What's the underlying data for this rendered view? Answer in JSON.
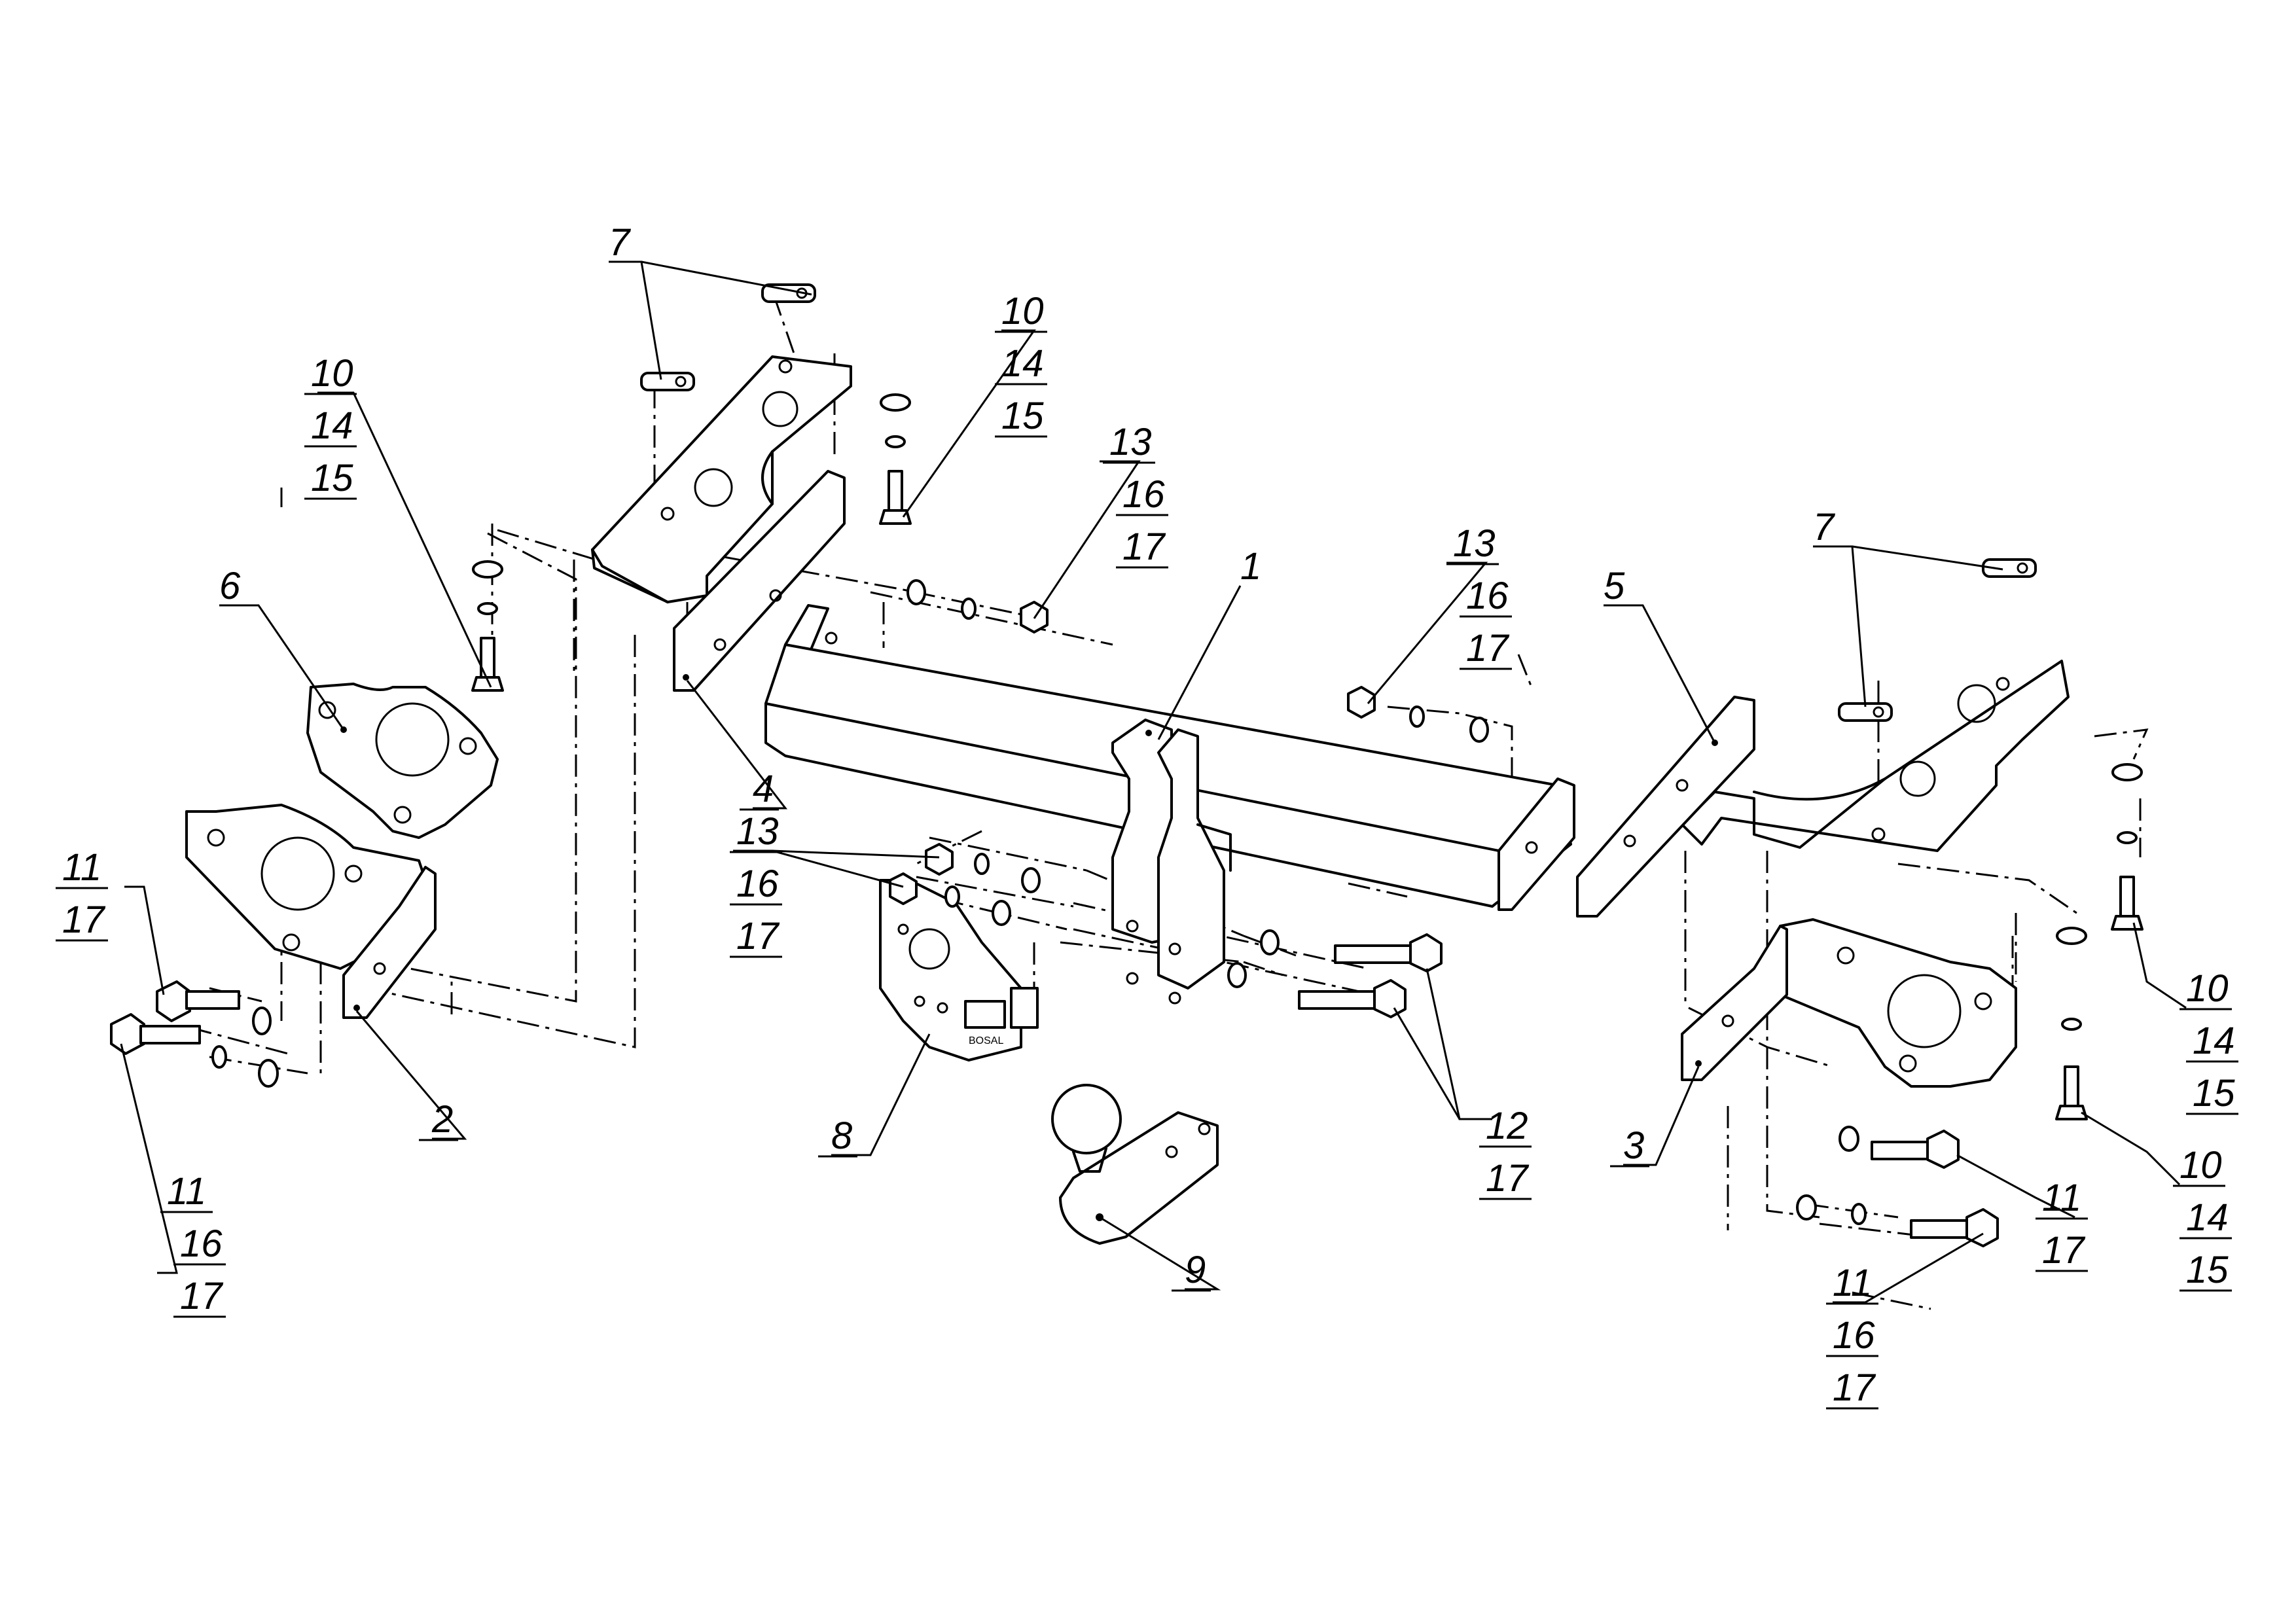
{
  "callouts": [
    {
      "id": "c1",
      "lines": [
        "1"
      ]
    },
    {
      "id": "c2",
      "lines": [
        "2"
      ]
    },
    {
      "id": "c3",
      "lines": [
        "3"
      ]
    },
    {
      "id": "c4",
      "lines": [
        "4"
      ]
    },
    {
      "id": "c5",
      "lines": [
        "5"
      ]
    },
    {
      "id": "c6",
      "lines": [
        "6"
      ]
    },
    {
      "id": "c7a",
      "lines": [
        "7"
      ]
    },
    {
      "id": "c7b",
      "lines": [
        "7"
      ]
    },
    {
      "id": "c8",
      "lines": [
        "8"
      ]
    },
    {
      "id": "c9",
      "lines": [
        "9"
      ]
    },
    {
      "id": "c10a",
      "lines": [
        "10",
        "14",
        "15"
      ]
    },
    {
      "id": "c10b",
      "lines": [
        "10",
        "14",
        "15"
      ]
    },
    {
      "id": "c10c",
      "lines": [
        "10",
        "14",
        "15"
      ]
    },
    {
      "id": "c10d",
      "lines": [
        "10",
        "14",
        "15"
      ]
    },
    {
      "id": "c11a",
      "lines": [
        "11",
        "17"
      ]
    },
    {
      "id": "c11b",
      "lines": [
        "11",
        "16",
        "17"
      ]
    },
    {
      "id": "c11c",
      "lines": [
        "11",
        "17"
      ]
    },
    {
      "id": "c11d",
      "lines": [
        "11",
        "16",
        "17"
      ]
    },
    {
      "id": "c12",
      "lines": [
        "12",
        "17"
      ]
    },
    {
      "id": "c13a",
      "lines": [
        "13",
        "16",
        "17"
      ]
    },
    {
      "id": "c13b",
      "lines": [
        "13",
        "16",
        "17"
      ]
    },
    {
      "id": "c13c",
      "lines": [
        "13",
        "16",
        "17"
      ]
    }
  ],
  "socket_logo_text": "BOSAL"
}
